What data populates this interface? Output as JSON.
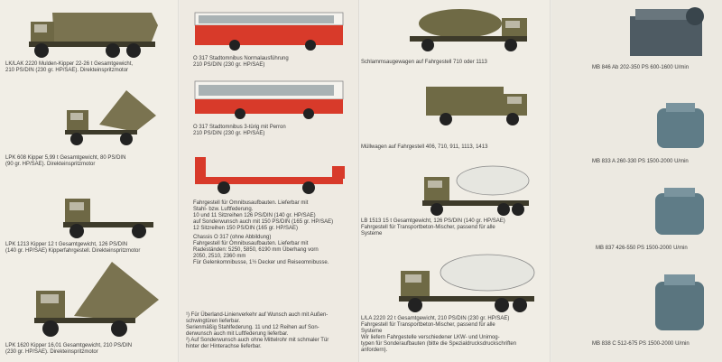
{
  "panel1": {
    "captions": [
      [
        "LK/LAK 2220 Mulden-Kipper 22-26 t Gesamtgewicht,",
        "210 PS/DIN (230 gr. HP/SAE). Direkteinspritzmotor"
      ],
      [
        "LPK 608 Kipper 5,99 t Gesamtgewicht, 80 PS/DIN",
        "(90 gr. HP/SAE). Direkteinspritzmotor"
      ],
      [
        "LPK 1213 Kipper 12 t Gesamtgewicht, 126 PS/DIN",
        "(140 gr. HP/SAE) Kipperfahrgestell. Direkteinspritzmotor"
      ],
      [
        "LPK 1620 Kipper 16,01 Gesamtgewicht, 210 PS/DIN",
        "(230 gr. HP/SAE). Direkteinspritzmotor"
      ]
    ]
  },
  "panel2": {
    "captions": [
      [
        "O 317 Stadtomnibus Normalausführung",
        "210 PS/DIN (230 gr. HP/SAE)"
      ],
      [
        "O 317 Stadtomnibus 3-türig mit Perron",
        "210 PS/DIN (230 gr. HP/SAE)"
      ],
      [
        "Fahrgestell für Omnibusaufbauten. Lieferbar mit",
        "Stahl- bzw. Luftfederung.",
        "10 und 11 Sitzreihen 126 PS/DIN (140 gr. HP/SAE)",
        "auf Sonderwunsch auch mit 150 PS/DIN (165 gr. HP/SAE)",
        "12 Sitzreihen 150 PS/DIN (165 gr. HP/SAE)"
      ],
      [
        "Chassis O 317 (ohne Abbildung)",
        "Fahrgestell für Omnibusaufbauten. Lieferbar mit",
        "Radeständen: 5250, 5850, 6190 mm Überhang vorn",
        "2050, 2510, 2360 mm",
        "Für Gelenkomnibusse, 1½ Decker und Reiseomnibusse."
      ],
      [
        "¹) Für Überland-Linienverkehr auf Wunsch auch mit Außen-",
        "schwingtüren lieferbar.",
        "Serienmäßig Stahlfederung. 11 und 12 Reihen auf Son-",
        "derwunsch auch mit Luftfederung lieferbar.",
        "²) Auf Sonderwunsch auch ohne Mittelrohr mit schmaler Tür",
        "hinter der Hinterachse lieferbar."
      ]
    ]
  },
  "panel3": {
    "captions": [
      [
        "Schlammsaugewagen auf Fahrgestell 710 oder 1113"
      ],
      [
        "Müllwagen auf Fahrgestell 406, 710, 911, 1113, 1413"
      ],
      [
        "LB 1513 15 t Gesamtgewicht, 126 PS/DIN (140 gr. HP/SAE)",
        "Fahrgestell für Transportbeton-Mischer, passend für alle",
        "Systeme"
      ],
      [
        "L/LA 2220 22 t Gesamtgewicht, 210 PS/DIN (230 gr. HP/SAE)",
        "Fahrgestell für Transportbeton-Mischer, passend für alle",
        "Systeme",
        "Wir liefern Fahrgestelle verschiedener LKW- und Unimog-",
        "typen für Sonderaufbauten (bitte die Spezialdrucksdruckschriften",
        "anfordern)."
      ]
    ]
  },
  "panel4": {
    "captions": [
      [
        "MB 846 Ab  202-350 PS 600-1600 U/min"
      ],
      [
        "MB 833 A  260-330 PS 1500-2000 U/min"
      ],
      [
        "MB 837  426-550 PS 1500-2000 U/min"
      ],
      [
        "MB 838 C  512-675 PS 1500-2000 U/min"
      ]
    ]
  },
  "colors": {
    "olive": "#6f6a45",
    "red": "#d83a2a",
    "white": "#f5f3ee"
  }
}
